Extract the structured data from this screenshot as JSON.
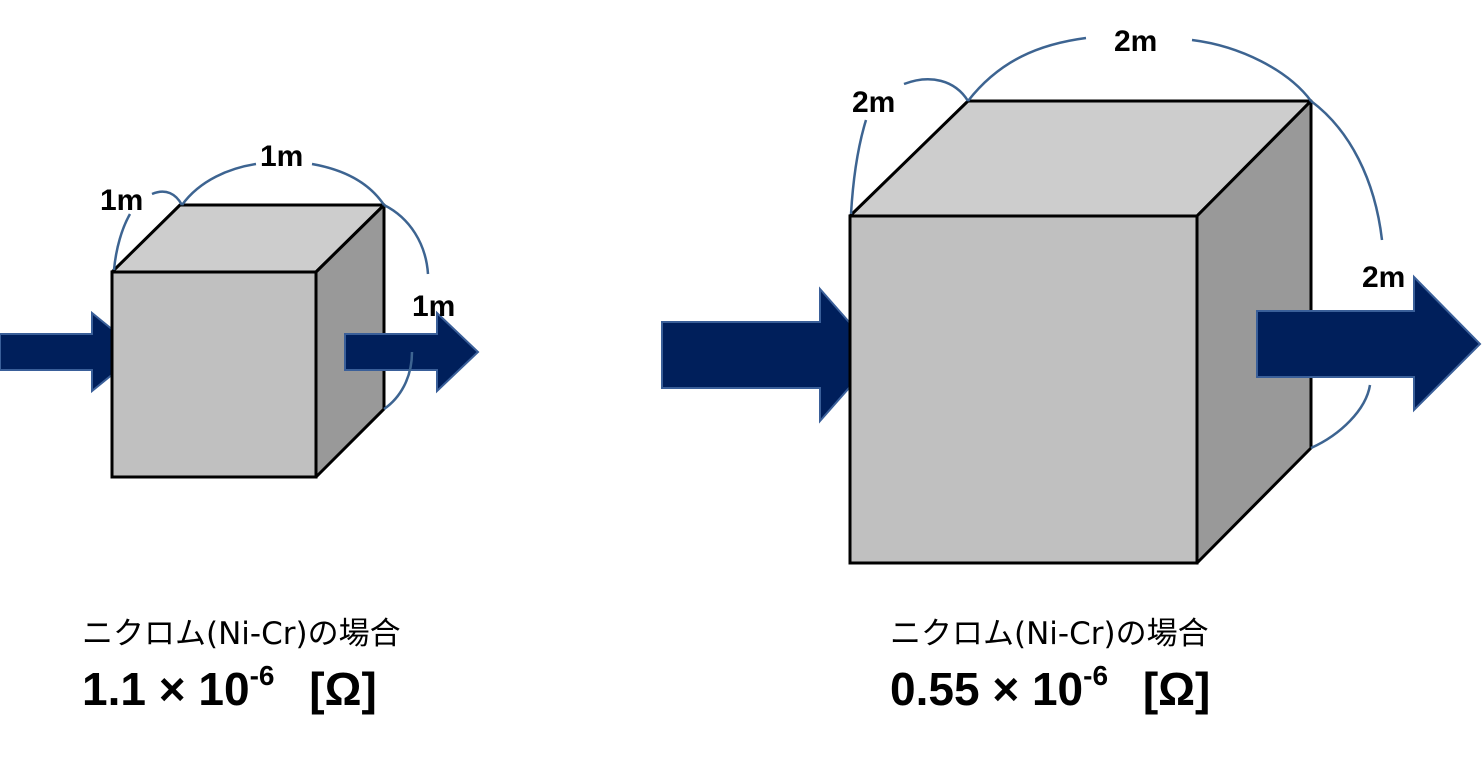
{
  "small_cube": {
    "edge_labels": {
      "depth": "1m",
      "width": "1m",
      "height": "1m"
    },
    "material_label": "ニクロム(Ni-Cr)の場合",
    "resistance": {
      "mantissa": "1.1",
      "times": "×",
      "base": "10",
      "exponent": "-6",
      "unit": "[Ω]"
    }
  },
  "large_cube": {
    "edge_labels": {
      "depth": "2m",
      "width": "2m",
      "height": "2m"
    },
    "material_label": "ニクロム(Ni-Cr)の場合",
    "resistance": {
      "mantissa": "0.55",
      "times": "×",
      "base": "10",
      "exponent": "-6",
      "unit": "[Ω]"
    }
  },
  "colors": {
    "cube_front": "#c0c0c0",
    "cube_top": "#cdcdcd",
    "cube_side": "#999999",
    "cube_outline": "#000000",
    "arrow_fill": "#001f5b",
    "arrow_outline": "#3a5f99",
    "brace_line": "#3d6491"
  }
}
